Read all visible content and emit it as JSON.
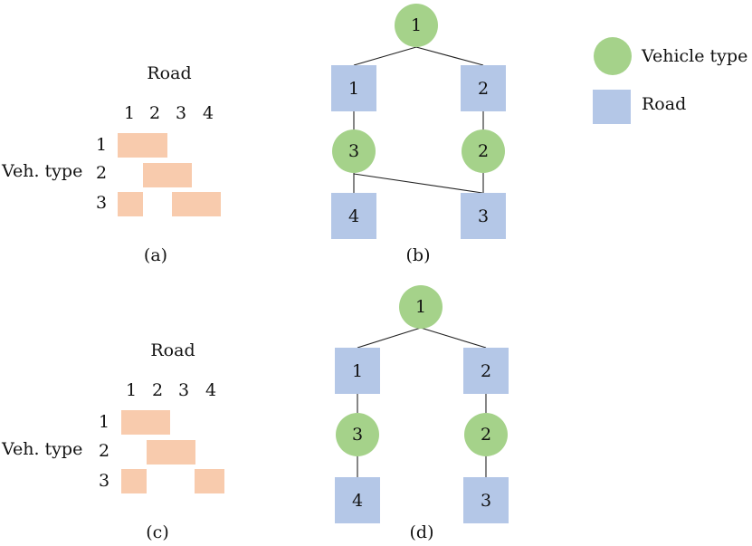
{
  "colors": {
    "vehicle": "#a5d28a",
    "road": "#b4c7e7",
    "cell": "#f8cbad",
    "line": "#222222",
    "text": "#111111"
  },
  "legend": {
    "vehicle_label": "Vehicle type",
    "road_label": "Road"
  },
  "panels": {
    "a": {
      "caption": "(a)",
      "title": "Road",
      "row_label": "Veh. type",
      "columns": [
        "1",
        "2",
        "3",
        "4"
      ],
      "rows": [
        "1",
        "2",
        "3"
      ],
      "bars": [
        {
          "row": "1",
          "from": 1,
          "to": 2
        },
        {
          "row": "2",
          "from": 2,
          "to": 3
        },
        {
          "row": "3",
          "from": 1,
          "to": 1
        },
        {
          "row": "3",
          "from": 3,
          "to": 4
        }
      ]
    },
    "b": {
      "caption": "(b)",
      "nodes": {
        "root": {
          "kind": "vehicle",
          "label": "1"
        },
        "road_left": {
          "kind": "road",
          "label": "1"
        },
        "road_right": {
          "kind": "road",
          "label": "2"
        },
        "veh_left": {
          "kind": "vehicle",
          "label": "3"
        },
        "veh_right": {
          "kind": "vehicle",
          "label": "2"
        },
        "road_bottom_left": {
          "kind": "road",
          "label": "4"
        },
        "road_bottom_right": {
          "kind": "road",
          "label": "3"
        }
      }
    },
    "c": {
      "caption": "(c)",
      "title": "Road",
      "row_label": "Veh. type",
      "columns": [
        "1",
        "2",
        "3",
        "4"
      ],
      "rows": [
        "1",
        "2",
        "3"
      ],
      "bars": [
        {
          "row": "1",
          "from": 1,
          "to": 2
        },
        {
          "row": "2",
          "from": 2,
          "to": 3
        },
        {
          "row": "3",
          "from": 1,
          "to": 1
        },
        {
          "row": "3",
          "from": 4,
          "to": 4
        }
      ]
    },
    "d": {
      "caption": "(d)",
      "nodes": {
        "root": {
          "kind": "vehicle",
          "label": "1"
        },
        "road_left": {
          "kind": "road",
          "label": "1"
        },
        "road_right": {
          "kind": "road",
          "label": "2"
        },
        "veh_left": {
          "kind": "vehicle",
          "label": "3"
        },
        "veh_right": {
          "kind": "vehicle",
          "label": "2"
        },
        "road_bottom_left": {
          "kind": "road",
          "label": "4"
        },
        "road_bottom_right": {
          "kind": "road",
          "label": "3"
        }
      }
    }
  }
}
